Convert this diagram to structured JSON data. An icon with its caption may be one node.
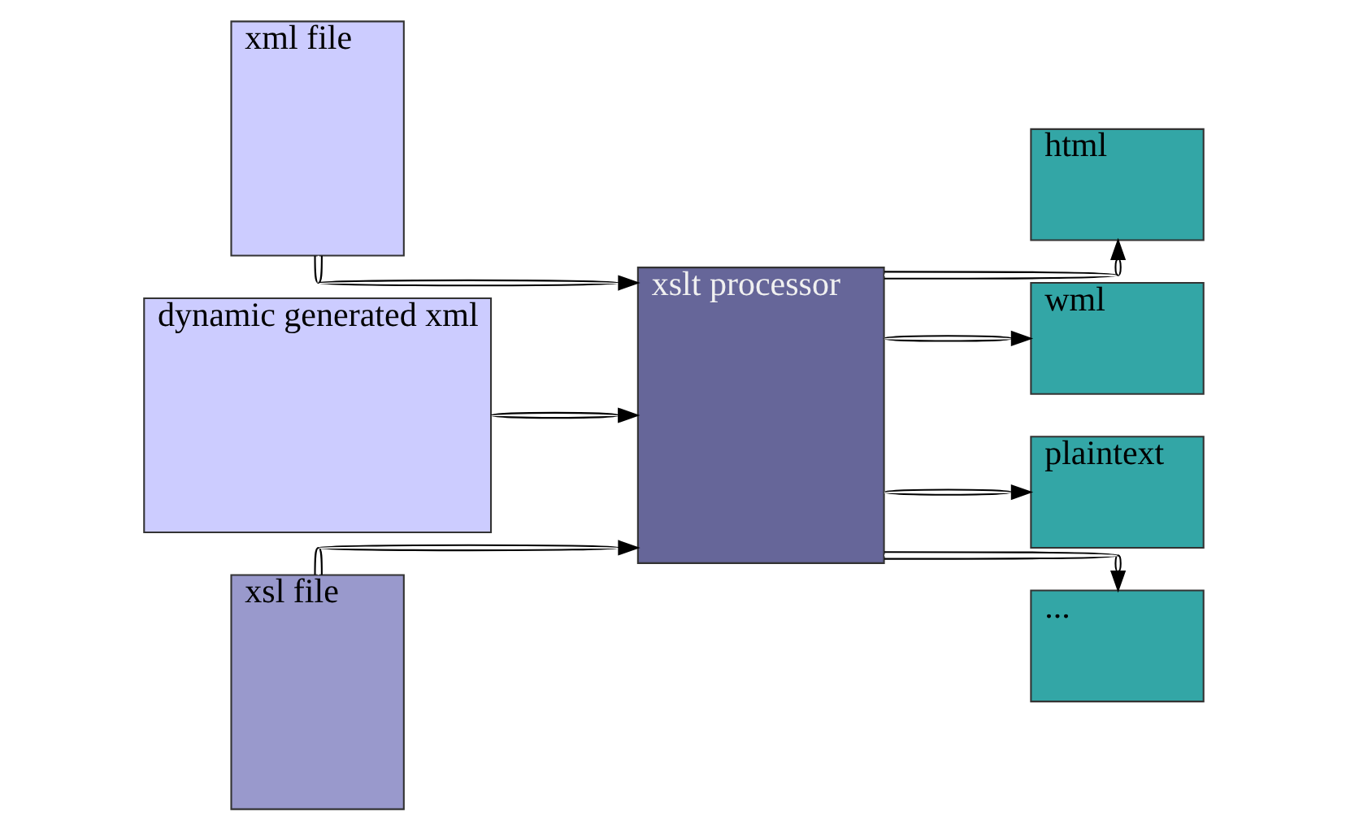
{
  "diagram": {
    "nodes": [
      {
        "text": [
          "xml file"
        ]
      },
      {
        "text": [
          "dynamic generated xml"
        ]
      },
      {
        "text": [
          "xsl file"
        ]
      },
      {
        "text": [
          "xslt processor"
        ]
      },
      {
        "text": [
          "html"
        ]
      },
      {
        "text": [
          "wml"
        ]
      },
      {
        "text": [
          "plaintext"
        ]
      },
      {
        "text": [
          "..."
        ]
      }
    ],
    "edges": [
      {
        "from": 0,
        "to": 3,
        "arrow": "to"
      },
      {
        "from": 1,
        "to": 3,
        "arrow": "to"
      },
      {
        "from": 2,
        "to": 3,
        "arrow": "to"
      },
      {
        "from": 3,
        "to": 4,
        "arrow": "to"
      },
      {
        "from": 3,
        "to": 5,
        "arrow": "to"
      },
      {
        "from": 3,
        "to": 6,
        "arrow": "to"
      },
      {
        "from": 3,
        "to": 7,
        "arrow": "to"
      }
    ]
  }
}
